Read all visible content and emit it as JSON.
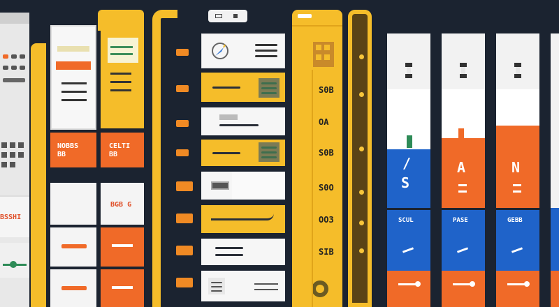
{
  "colors": {
    "background": "#1b2330",
    "yellow": "#f5bd2a",
    "orange": "#f06a28",
    "blue": "#1f63c9",
    "panel": "#f2f2f2",
    "grey": "#d9d9d9"
  },
  "col1": {
    "banner_label": "BSSHI"
  },
  "col2": {
    "orange_block_label": "NOBBS\nBB"
  },
  "col3": {
    "orange_block_label": "CELTI\nBB",
    "white_block_label": "BGB G"
  },
  "list": {
    "row_labels": [
      "S0B",
      "OA",
      "S0B",
      "S0O",
      "OO3",
      "SIB"
    ],
    "icons": [
      "compass-icon",
      "menu-icon"
    ]
  },
  "cards": [
    {
      "big_label": "/",
      "sub_label": "S",
      "band_label": "SCUL"
    },
    {
      "big_label": "A",
      "sub_label": "",
      "band_label": "PASE"
    },
    {
      "big_label": "N",
      "sub_label": "",
      "band_label": "GEBB"
    }
  ]
}
